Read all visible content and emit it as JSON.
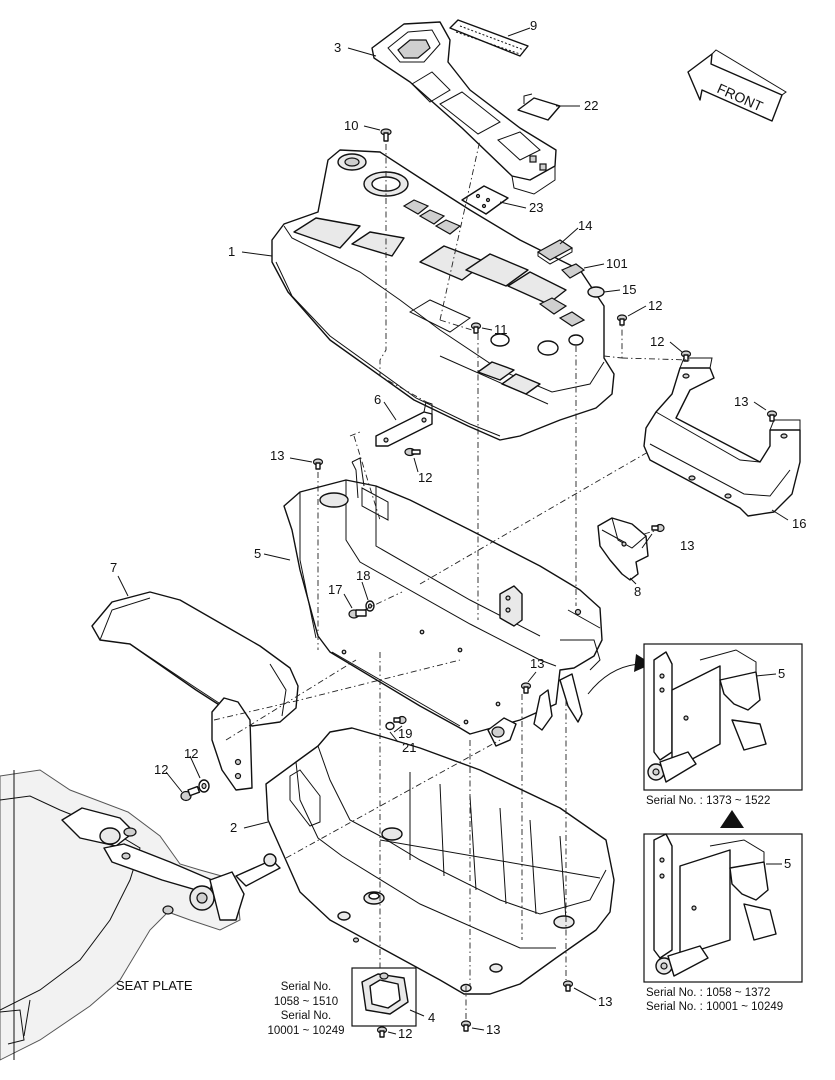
{
  "front_label": "FRONT",
  "seat_plate_label": "SEAT PLATE",
  "callouts": [
    {
      "id": "c1",
      "text": "1"
    },
    {
      "id": "c2",
      "text": "2"
    },
    {
      "id": "c3",
      "text": "3"
    },
    {
      "id": "c4",
      "text": "4"
    },
    {
      "id": "c5a",
      "text": "5"
    },
    {
      "id": "c5b",
      "text": "5"
    },
    {
      "id": "c5c",
      "text": "5"
    },
    {
      "id": "c6",
      "text": "6"
    },
    {
      "id": "c7",
      "text": "7"
    },
    {
      "id": "c8",
      "text": "8"
    },
    {
      "id": "c9",
      "text": "9"
    },
    {
      "id": "c10",
      "text": "10"
    },
    {
      "id": "c11",
      "text": "11"
    },
    {
      "id": "c12a",
      "text": "12"
    },
    {
      "id": "c12b",
      "text": "12"
    },
    {
      "id": "c12c",
      "text": "12"
    },
    {
      "id": "c12d",
      "text": "12"
    },
    {
      "id": "c12e",
      "text": "12"
    },
    {
      "id": "c12f",
      "text": "12"
    },
    {
      "id": "c13a",
      "text": "13"
    },
    {
      "id": "c13b",
      "text": "13"
    },
    {
      "id": "c13c",
      "text": "13"
    },
    {
      "id": "c13d",
      "text": "13"
    },
    {
      "id": "c13e",
      "text": "13"
    },
    {
      "id": "c13f",
      "text": "13"
    },
    {
      "id": "c14",
      "text": "14"
    },
    {
      "id": "c15",
      "text": "15"
    },
    {
      "id": "c16",
      "text": "16"
    },
    {
      "id": "c17",
      "text": "17"
    },
    {
      "id": "c18",
      "text": "18"
    },
    {
      "id": "c19",
      "text": "19"
    },
    {
      "id": "c21",
      "text": "21"
    },
    {
      "id": "c22",
      "text": "22"
    },
    {
      "id": "c23",
      "text": "23"
    },
    {
      "id": "c101",
      "text": "101"
    }
  ],
  "serial_notes": {
    "left": [
      "Serial No.",
      "1058 ~ 1510",
      "Serial No.",
      "10001 ~ 10249"
    ],
    "inset_top": "Serial No. : 1373 ~ 1522",
    "inset_bottom": [
      "Serial No. : 1058 ~ 1372",
      "Serial No. : 10001 ~ 10249"
    ]
  }
}
